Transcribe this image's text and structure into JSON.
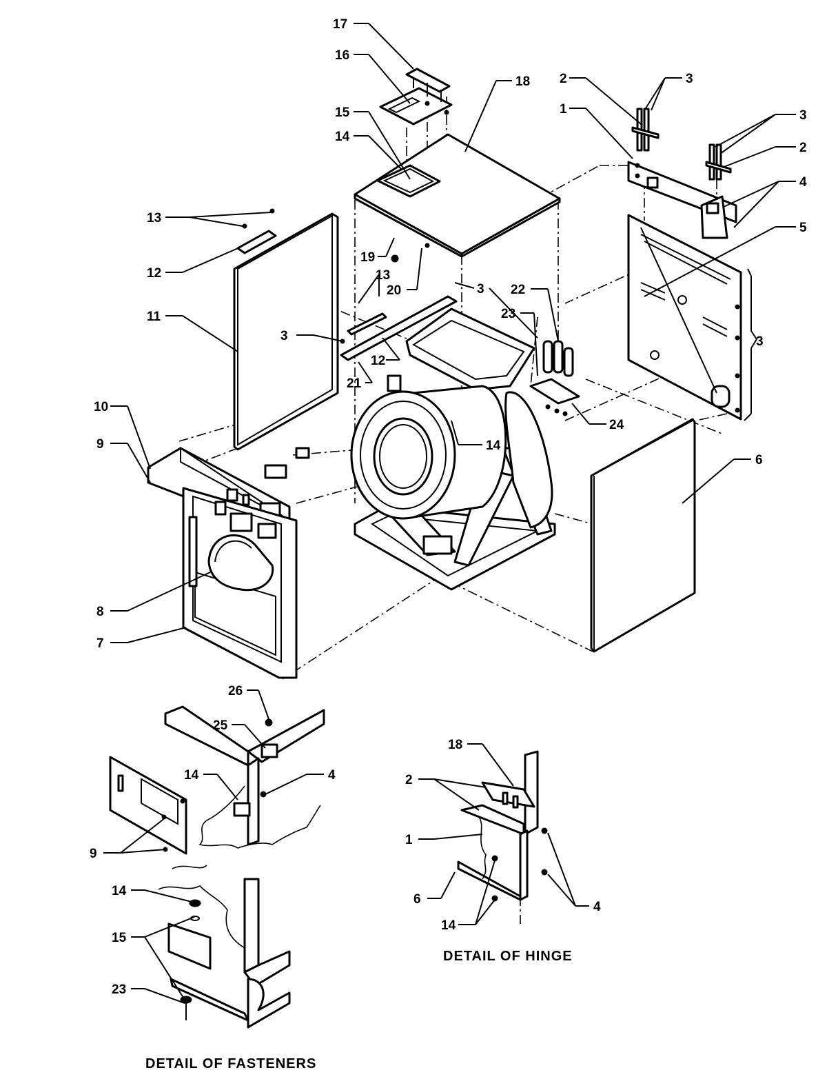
{
  "callouts": {
    "c1": "1",
    "c2": "2",
    "c3": "3",
    "c4": "4",
    "c5": "5",
    "c6": "6",
    "c7": "7",
    "c8": "8",
    "c9": "9",
    "c10": "10",
    "c11": "11",
    "c12": "12",
    "c13": "13",
    "c14": "14",
    "c15": "15",
    "c16": "16",
    "c17": "17",
    "c18": "18",
    "c19": "19",
    "c20": "20",
    "c21": "21",
    "c22": "22",
    "c23": "23",
    "c24": "24",
    "c25": "25",
    "c26": "26"
  },
  "captions": {
    "hinge": "DETAIL OF HINGE",
    "fasteners": "DETAIL OF FASTENERS"
  }
}
